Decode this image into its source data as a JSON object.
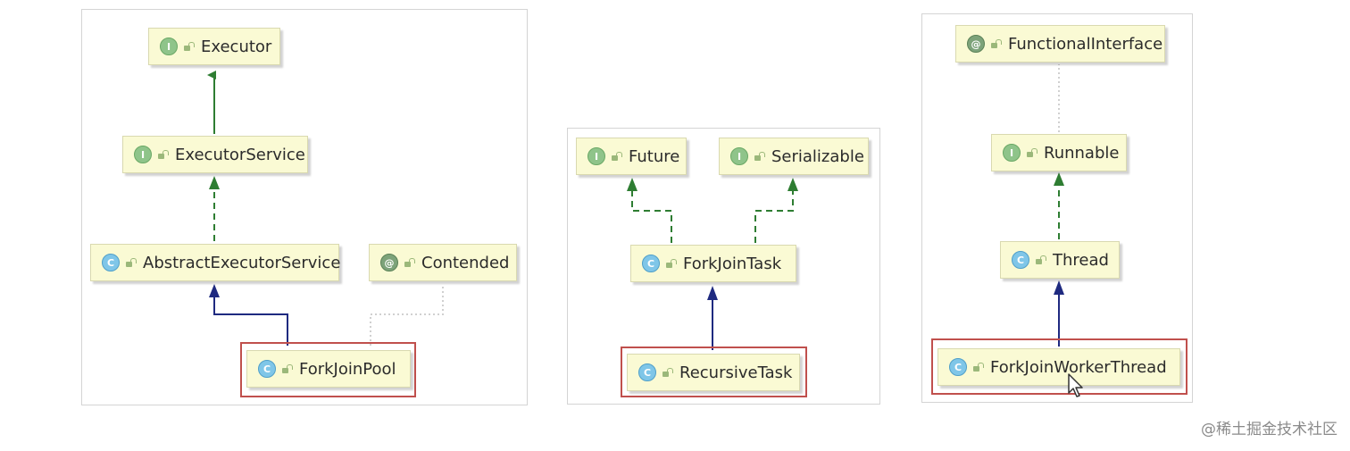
{
  "panels": [
    {
      "nodes": [
        {
          "label": "Executor",
          "kind": "I"
        },
        {
          "label": "ExecutorService",
          "kind": "I"
        },
        {
          "label": "AbstractExecutorService",
          "kind": "C"
        },
        {
          "label": "Contended",
          "kind": "@"
        },
        {
          "label": "ForkJoinPool",
          "kind": "C"
        }
      ]
    },
    {
      "nodes": [
        {
          "label": "Future",
          "kind": "I"
        },
        {
          "label": "Serializable",
          "kind": "I"
        },
        {
          "label": "ForkJoinTask",
          "kind": "C"
        },
        {
          "label": "RecursiveTask",
          "kind": "C"
        }
      ]
    },
    {
      "nodes": [
        {
          "label": "FunctionalInterface",
          "kind": "@"
        },
        {
          "label": "Runnable",
          "kind": "I"
        },
        {
          "label": "Thread",
          "kind": "C"
        },
        {
          "label": "ForkJoinWorkerThread",
          "kind": "C"
        }
      ]
    }
  ],
  "colors": {
    "node_fill": "#fafad4",
    "extends_edge": "#1f2a80",
    "implements_edge": "#2e7d32",
    "annotation_edge": "#c8c8c8",
    "highlight_border": "#c0504d"
  },
  "watermark": "@稀土掘金技术社区"
}
